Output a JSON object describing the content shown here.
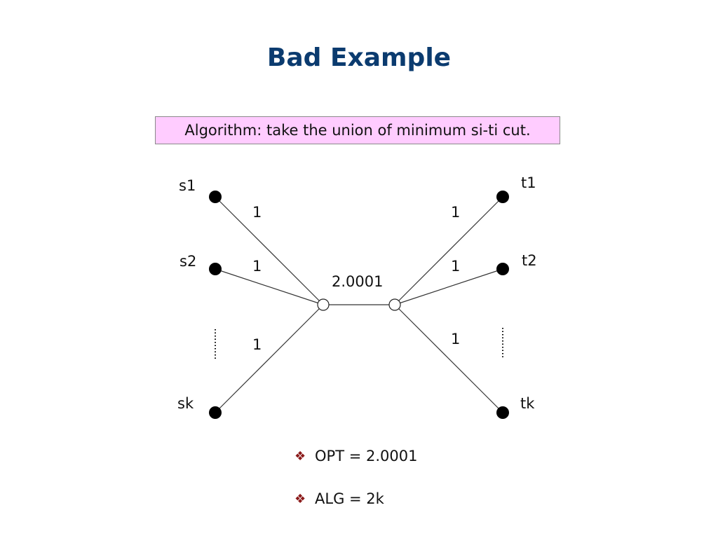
{
  "slide": {
    "title": "Bad Example",
    "algorithm_box": "Algorithm: take the union of minimum si-ti cut."
  },
  "graph": {
    "sources": [
      "s1",
      "s2",
      "sk"
    ],
    "sinks": [
      "t1",
      "t2",
      "tk"
    ],
    "edge_labels": {
      "s1_edge": "1",
      "s2_edge": "1",
      "sk_edge": "1",
      "t1_edge": "1",
      "t2_edge": "1",
      "tk_edge": "1",
      "middle_edge": "2.0001"
    },
    "colors": {
      "node": "#000000",
      "edge": "#333333"
    }
  },
  "bullets": {
    "marker_icon": "diamond-cluster-icon",
    "items": [
      "OPT = 2.0001",
      "ALG = 2k"
    ]
  }
}
